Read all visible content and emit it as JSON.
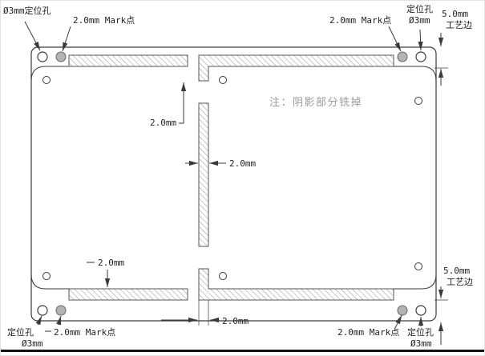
{
  "drawing": {
    "note": "注：阴影部分铣掉",
    "annotations": {
      "tl_hole": "Ø3mm定位孔",
      "tl_mark": "2.0mm Mark点",
      "tr_mark": "2.0mm Mark点",
      "tr_hole_line1": "定位孔",
      "tr_hole_line2": "Ø3mm",
      "tr_edge_line1": "5.0mm",
      "tr_edge_line2": "工艺边",
      "dim_slot_top": "2.0mm",
      "dim_slot_mid": "2.0mm",
      "dim_slot_bottom_left": "2.0mm",
      "dim_slot_bottom_center": "2.0mm",
      "bl_hole_line1": "定位孔",
      "bl_hole_line2": "Ø3mm",
      "bl_mark": "2.0mm Mark点",
      "br_mark": "2.0mm Mark点",
      "br_hole_line1": "定位孔",
      "br_hole_line2": "Ø3mm",
      "br_edge_line1": "5.0mm",
      "br_edge_line2": "工艺边"
    },
    "colors": {
      "line": "#3a3a3a",
      "hatch": "#8a8a8a",
      "mark_fill": "#b3b3b3",
      "note": "#9a9a9a"
    }
  }
}
